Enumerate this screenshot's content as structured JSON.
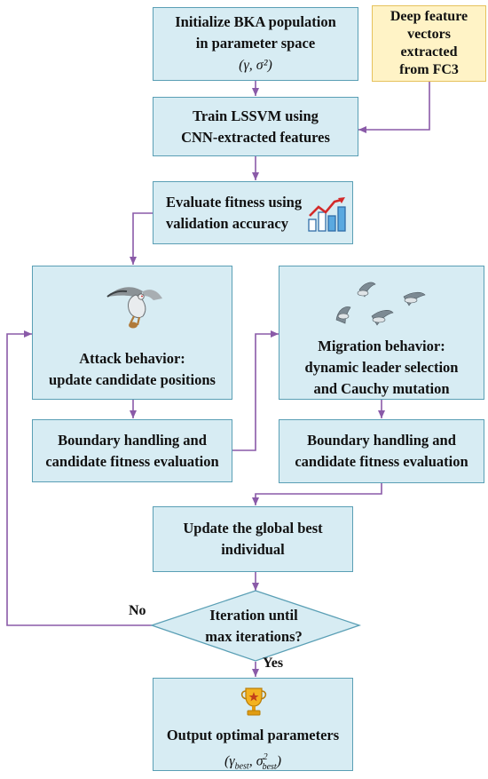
{
  "nodes": {
    "init": {
      "line1": "Initialize BKA population",
      "line2": "in parameter space",
      "formula": "(γ, σ²)"
    },
    "feature": {
      "line1": "Deep feature",
      "line2": "vectors",
      "line3": "extracted",
      "line4": "from FC3"
    },
    "train": {
      "line1": "Train LSSVM using",
      "line2": "CNN-extracted features"
    },
    "evaluate": {
      "line1": "Evaluate fitness using",
      "line2": "validation accuracy"
    },
    "attack": {
      "line1": "Attack behavior:",
      "line2": "update candidate positions"
    },
    "migration": {
      "line1": "Migration behavior:",
      "line2": "dynamic leader selection",
      "line3": "and Cauchy mutation"
    },
    "boundary_left": {
      "line1": "Boundary handling and",
      "line2": "candidate fitness evaluation"
    },
    "boundary_right": {
      "line1": "Boundary handling and",
      "line2": "candidate fitness evaluation"
    },
    "update": {
      "line1": "Update the global best",
      "line2": "individual"
    },
    "decision": {
      "line1": "Iteration until",
      "line2": "max iterations?"
    },
    "output": {
      "line1": "Output optimal parameters",
      "formula_gamma": "γ",
      "formula_sigma": "σ",
      "sub": "best",
      "sup": "2"
    }
  },
  "edges": {
    "no_label": "No",
    "yes_label": "Yes"
  },
  "icons": [
    "bar-chart-icon",
    "eagle-icon",
    "flying-birds-icon",
    "trophy-icon"
  ],
  "colors": {
    "box_fill": "#d7ecf3",
    "box_border": "#5a9fb5",
    "source_fill": "#fff3c6",
    "source_border": "#e6c25c",
    "arrow": "#8a5aa8"
  }
}
